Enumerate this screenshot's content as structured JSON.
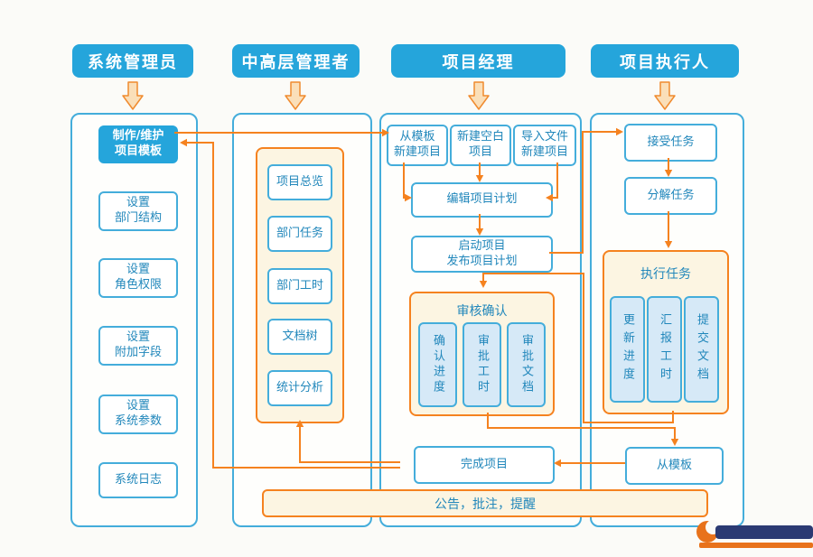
{
  "colors": {
    "header_blue": "#25A5DB",
    "border_blue": "#44ADDB",
    "text_blue": "#2187BB",
    "orange": "#F5821F",
    "cream": "#FCF5E2",
    "light_blue_fill": "#D6E9F7",
    "block_arrow_fill": "#FADFB9"
  },
  "admin": {
    "header": "系统管理员",
    "nodes": [
      {
        "label": "制作/维护\n项目模板"
      },
      {
        "label": "设置\n部门结构"
      },
      {
        "label": "设置\n角色权限"
      },
      {
        "label": "设置\n附加字段"
      },
      {
        "label": "设置\n系统参数"
      },
      {
        "label": "系统日志"
      }
    ]
  },
  "managers": {
    "header": "中高层管理者",
    "nodes": [
      {
        "label": "项目总览"
      },
      {
        "label": "部门任务"
      },
      {
        "label": "部门工时"
      },
      {
        "label": "文档树"
      },
      {
        "label": "统计分析"
      }
    ]
  },
  "pm": {
    "header": "项目经理",
    "create_nodes": [
      {
        "label": "从模板\n新建项目"
      },
      {
        "label": "新建空白\n项目"
      },
      {
        "label": "导入文件\n新建项目"
      }
    ],
    "edit_plan": "编辑项目计划",
    "launch": "启动项目\n发布项目计划",
    "review": {
      "title": "审核确认",
      "items": [
        {
          "label": "确认进度"
        },
        {
          "label": "审批工时"
        },
        {
          "label": "审批文档"
        }
      ]
    },
    "finish": "完成项目"
  },
  "executor": {
    "header": "项目执行人",
    "accept": "接受任务",
    "decompose": "分解任务",
    "execute": {
      "title": "执行任务",
      "items": [
        {
          "label": "更新进度"
        },
        {
          "label": "汇报工时"
        },
        {
          "label": "提交文档"
        }
      ]
    },
    "template": "从模板"
  },
  "footer": {
    "notice": "公告，批注，提醒"
  }
}
